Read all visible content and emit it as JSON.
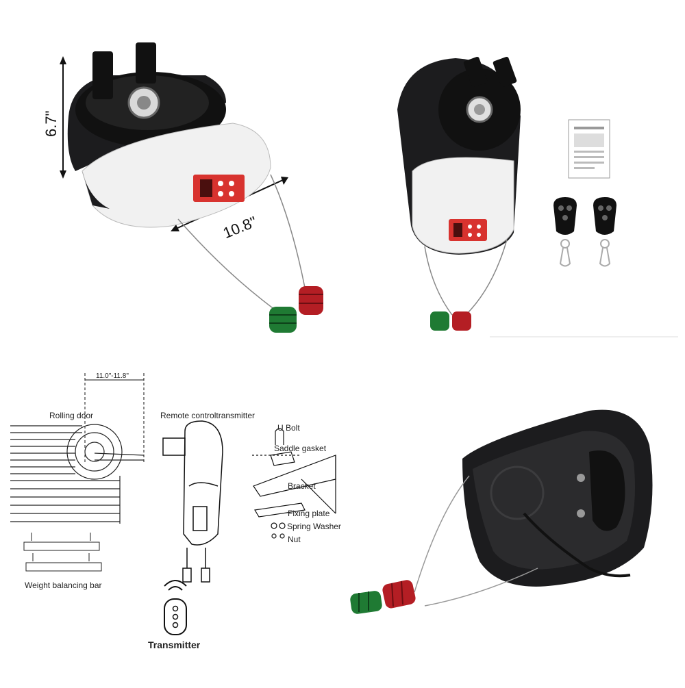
{
  "top_left": {
    "height_dim": "6.7\"",
    "width_dim": "10.8\""
  },
  "diagram": {
    "gap_dim": "11.0\"-11.8\"",
    "rolling_door": "Rolling door",
    "remote_transmitter": "Remote controltransmitter",
    "u_bolt": "U Bolt",
    "saddle_gasket": "Saddle gasket",
    "bracket": "Bracket",
    "fixing_plate": "Fixing plate",
    "spring_washer": "Spring Washer",
    "nut": "Nut",
    "weight_bar": "Weight balancing bar",
    "transmitter": "Transmitter"
  },
  "colors": {
    "body_black": "#1c1c1e",
    "body_white": "#f1f1f1",
    "display_red": "#d8332f",
    "coil_red": "#b41e24",
    "coil_green": "#1f7a33"
  }
}
